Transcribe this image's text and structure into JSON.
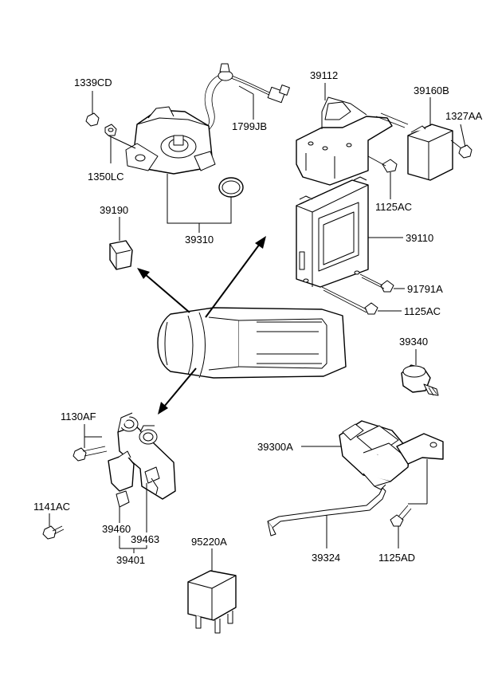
{
  "parts": {
    "p1339CD": "1339CD",
    "p1350LC": "1350LC",
    "p1799JB": "1799JB",
    "p39310": "39310",
    "p39190": "39190",
    "p39112": "39112",
    "p39160B": "39160B",
    "p1327AA": "1327AA",
    "p1125AC_a": "1125AC",
    "p39110": "39110",
    "p91791A": "91791A",
    "p1125AC_b": "1125AC",
    "p39340": "39340",
    "p1130AF": "1130AF",
    "p1141AC": "1141AC",
    "p39460": "39460",
    "p39463": "39463",
    "p39401": "39401",
    "p39300A": "39300A",
    "p39324": "39324",
    "p1125AD": "1125AD",
    "p95220A": "95220A"
  }
}
